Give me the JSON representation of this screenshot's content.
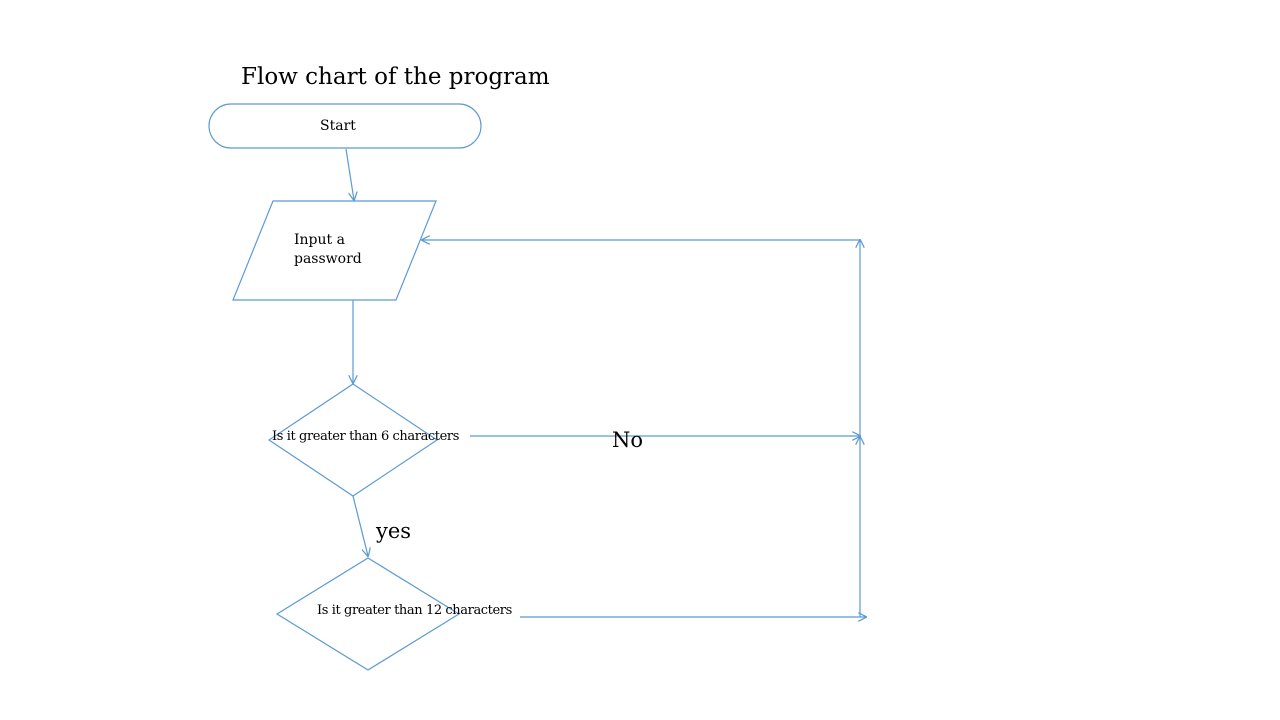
{
  "title": "Flow chart of the program",
  "colors": {
    "stroke": "#5b9bd5",
    "text": "#000000",
    "background": "#ffffff"
  },
  "nodes": {
    "start": {
      "shape": "terminator",
      "label": "Start"
    },
    "input": {
      "shape": "parallelogram",
      "label_lines": [
        "Input a",
        "password"
      ]
    },
    "decision_6": {
      "shape": "diamond",
      "label": "Is it greater than 6 characters"
    },
    "decision_12": {
      "shape": "diamond",
      "label": "Is it greater than 12 characters"
    }
  },
  "edge_labels": {
    "no": "No",
    "yes": "yes"
  },
  "edges": [
    {
      "from": "start",
      "to": "input"
    },
    {
      "from": "input",
      "to": "decision_6"
    },
    {
      "from": "decision_6",
      "to": "decision_12",
      "label": "yes"
    },
    {
      "from": "decision_6",
      "to": "input",
      "label": "No"
    },
    {
      "from": "decision_12",
      "to": "input"
    }
  ]
}
